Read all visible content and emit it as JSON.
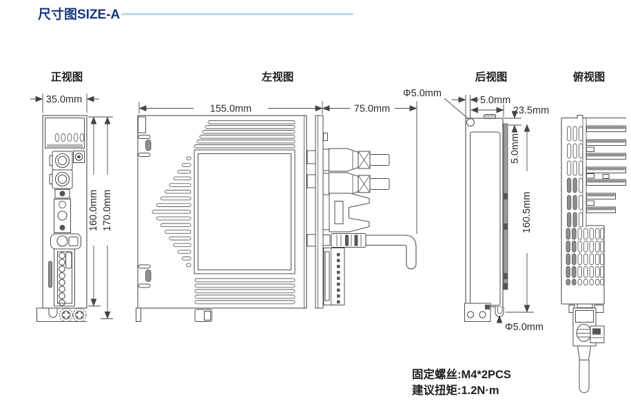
{
  "header": {
    "title": "尺寸图SIZE-A"
  },
  "views": {
    "front": {
      "label": "正视图",
      "dim_width": "35.0mm",
      "dim_height_inner": "160.0mm",
      "dim_height_outer": "170.0mm"
    },
    "left": {
      "label": "左视图",
      "dim_width": "155.0mm",
      "dim_connector_depth": "75.0mm",
      "dim_hole_top": "Φ5.0mm"
    },
    "rear": {
      "label": "后视图",
      "dim_hole_offset": "5.0mm",
      "dim_face_width": "23.5mm",
      "dim_top_offset": "5.0mm",
      "dim_mount_height": "160.5mm",
      "dim_slot_bottom": "Φ5.0mm"
    },
    "top": {
      "label": "俯视图"
    }
  },
  "notes": {
    "screw": "固定螺丝:M4*2PCS",
    "torque": "建议扭矩:1.2N·m"
  },
  "colors": {
    "title": "#17367E",
    "rule": "#B5DDF0",
    "line": "#4A4A4A",
    "dim_text": "#2B2B2B"
  }
}
